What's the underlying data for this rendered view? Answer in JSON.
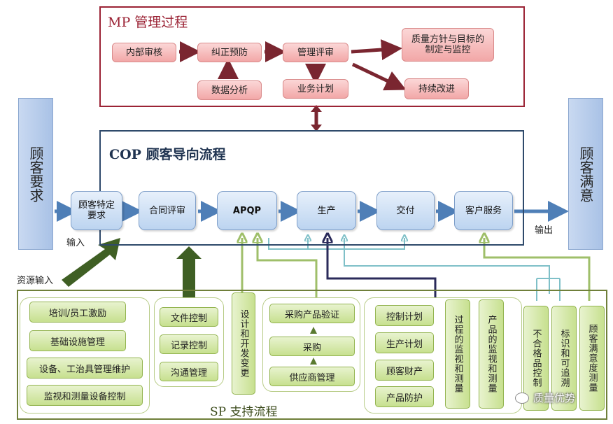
{
  "mp": {
    "title": "MP 管理过程",
    "internal_audit": "内部审核",
    "corrective_action": "纠正预防",
    "management_review": "管理评审",
    "quality_policy": "质量方针与目标的制定与监控",
    "data_analysis": "数据分析",
    "business_plan": "业务计划",
    "continuous_improvement": "持续改进"
  },
  "customer_requirements": "顾客要求",
  "customer_satisfaction": "顾客满意",
  "cop": {
    "title": "COP 顾客导向流程",
    "steps": [
      "顾客特定要求",
      "合同评审",
      "APQP",
      "生产",
      "交付",
      "客户服务"
    ],
    "input_label": "输入",
    "output_label": "输出"
  },
  "resource_input": "资源输入",
  "sp": {
    "title": "SP 支持流程",
    "group1": [
      "培训/员工激励",
      "基础设施管理",
      "设备、工治具管理维护",
      "监视和测量设备控制"
    ],
    "group2": [
      "文件控制",
      "记录控制",
      "沟通管理"
    ],
    "design_change": "设计和开发变更",
    "purchasing": [
      "采购产品验证",
      "采购",
      "供应商管理"
    ],
    "production_controls": [
      "控制计划",
      "生产计划",
      "顾客财产",
      "产品防护"
    ],
    "process_monitoring": "过程的监视和测量",
    "product_monitoring": "产品的监视和测量",
    "nonconforming": "不合格品控制",
    "traceability": "标识和可追溯",
    "satisfaction_measure": "顾客满意度测量"
  },
  "watermark": "质量优势",
  "colors": {
    "mp_border": "#9b2335",
    "cop_border": "#2f4a6b",
    "sp_border": "#6f7f3a",
    "arrow_maroon": "#7a2630",
    "arrow_blue": "#4f7fb7",
    "arrow_green": "#3f5f24",
    "line_green": "#9fbf6a",
    "line_teal": "#7fc0c8",
    "line_navy": "#2a2a5a"
  }
}
